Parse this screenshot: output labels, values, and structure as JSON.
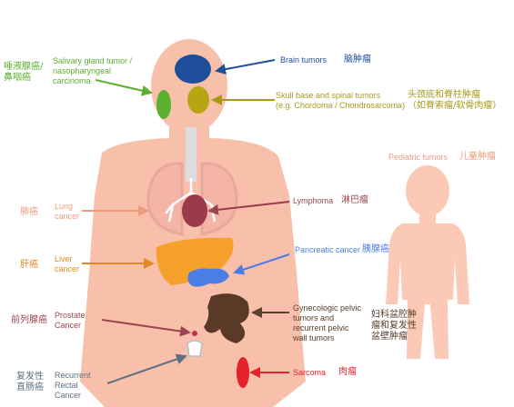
{
  "labels": {
    "salivary_cn": "唾液腺癌/\n鼻咽癌",
    "salivary_en": "Salivary gland tumor /\nnasopharyngeal\ncarcinoma",
    "brain_en": "Brain tumors",
    "brain_cn": "脑肿瘤",
    "skull_en": "Skull base and spinal tumors\n(e.g. Chordoma / Chondrosarcoma)",
    "skull_cn": "头颈底和脊柱肿瘤\n（如脊索瘤/软骨肉瘤）",
    "pediatric_en": "Pediatric tumors",
    "pediatric_cn": "儿童肿瘤",
    "lung_cn": "肺癌",
    "lung_en": "Lung\ncancer",
    "lymphoma_en": "Lymphoma",
    "lymphoma_cn": "淋巴瘤",
    "liver_cn": "肝癌",
    "liver_en": "Liver\ncancer",
    "pancreatic_en": "Pancreatic cancer",
    "pancreatic_cn": "胰腺癌",
    "prostate_cn": "前列腺癌",
    "prostate_en": "Prostate\nCancer",
    "gyn_en": "Gynecologic pelvic\ntumors and\nrecurrent pelvic\nwall tumors",
    "gyn_cn": "妇科盆腔肿\n瘤和复发性\n盆壁肿瘤",
    "rectal_cn": "复发性\n直肠癌",
    "rectal_en": "Recurrent\nRectal\nCancer",
    "sarcoma_en": "Sarcoma",
    "sarcoma_cn": "肉瘤"
  },
  "colors": {
    "skin": "#f8c0aa",
    "child_skin": "#fbc9b6",
    "salivary": "#5bb030",
    "brain": "#1e4e9c",
    "skull": "#a89a16",
    "lung": "#ef9b7e",
    "liver": "#f5a02a",
    "pancreas": "#4a7ee6",
    "lymph": "#9b3a4a",
    "gyn": "#5a3a26",
    "prostate": "#9b4550",
    "rectal": "#5f7080",
    "sarcoma": "#e4222a"
  }
}
